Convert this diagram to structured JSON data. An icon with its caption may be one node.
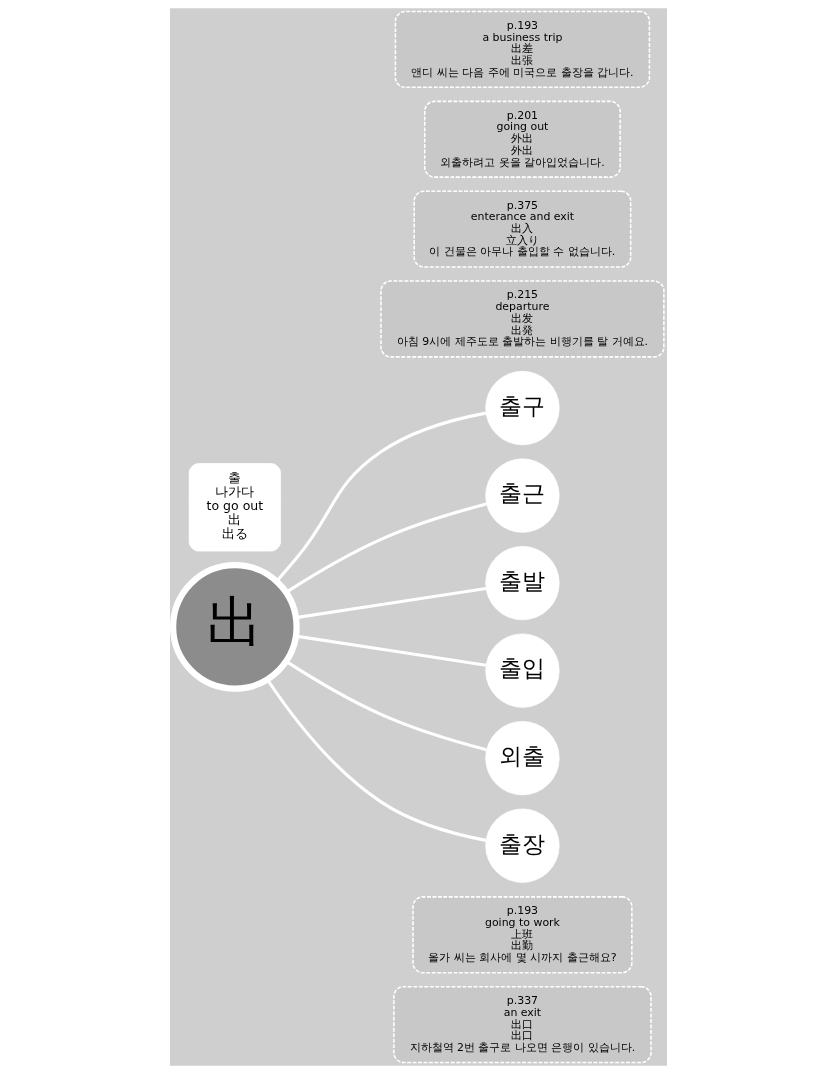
{
  "diagram": {
    "nodes": [
      {
        "text": [
          "p.337",
          "an exit",
          "出口",
          "出口",
          "지하철역 2번 출구로 나오면 은행이 있습니다."
        ]
      },
      {
        "text": [
          "p.193",
          "going to work",
          "上班",
          "出勤",
          "올가 씨는 회사에 몇 시까지 출근해요?"
        ]
      },
      {
        "text": [
          "출구"
        ]
      },
      {
        "text": [
          "출근"
        ]
      },
      {
        "text": [
          "p.215",
          "departure",
          "出发",
          "出発",
          "아침 9시에 제주도로 출발하는 비행기를 탈 거예요."
        ]
      },
      {
        "text": [
          "출발"
        ]
      },
      {
        "text": [
          "出"
        ]
      },
      {
        "text": [
          "출",
          "나가다",
          "to go out",
          "出",
          "出る"
        ]
      },
      {
        "text": [
          "p.375",
          "enterance and exit",
          "出入",
          "立入り",
          "이 건물은 아무나 출입할 수 없습니다."
        ]
      },
      {
        "text": [
          "출입"
        ]
      },
      {
        "text": [
          "외출"
        ]
      },
      {
        "text": [
          "출장"
        ]
      },
      {
        "text": [
          "p.201",
          "going out",
          "外出",
          "外出",
          "외출하려고 옷을 갈아입었습니다."
        ]
      },
      {
        "text": [
          "p.193",
          "a business trip",
          "出差",
          "出張",
          "앤디 씨는 다음 주에 미국으로 출장을 갑니다."
        ]
      }
    ],
    "edges": [
      {
        "from": 6,
        "to": 2,
        "arrow": "none"
      },
      {
        "from": 6,
        "to": 3,
        "arrow": "none"
      },
      {
        "from": 6,
        "to": 5,
        "arrow": "none"
      },
      {
        "from": 6,
        "to": 9,
        "arrow": "none"
      },
      {
        "from": 6,
        "to": 10,
        "arrow": "none"
      },
      {
        "from": 6,
        "to": 11,
        "arrow": "none"
      }
    ]
  }
}
